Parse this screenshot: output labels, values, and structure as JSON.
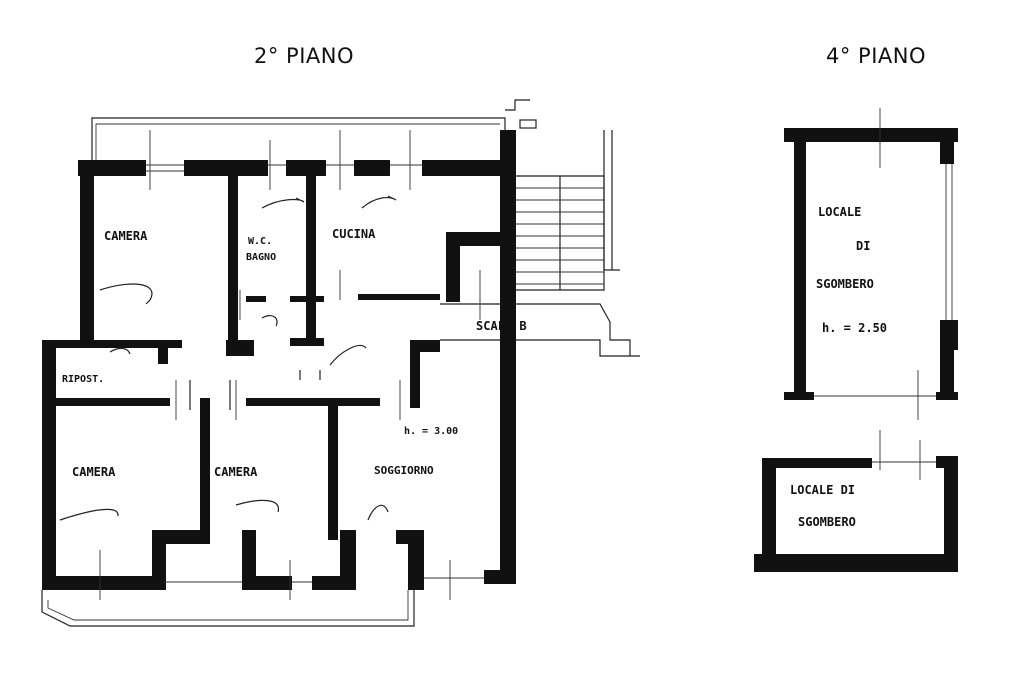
{
  "titles": {
    "floor2": "2° PIANO",
    "floor4": "4° PIANO"
  },
  "floor2_rooms": {
    "camera_top": "CAMERA",
    "bagno": [
      "W.C.",
      "BAGNO"
    ],
    "cucina": "CUCINA",
    "scala": "SCALA B",
    "ripost": "RIPOST.",
    "camera_left": "CAMERA",
    "camera_mid": "CAMERA",
    "soggiorno": "SOGGIORNO",
    "height": "h. = 3.00"
  },
  "floor4_rooms": {
    "locale_top": [
      "LOCALE",
      "DI",
      "SGOMBERO"
    ],
    "locale_top_height": "h. = 2.50",
    "locale_bottom": [
      "LOCALE DI",
      "SGOMBERO"
    ]
  },
  "colors": {
    "wall": "#111111",
    "background": "#ffffff"
  }
}
